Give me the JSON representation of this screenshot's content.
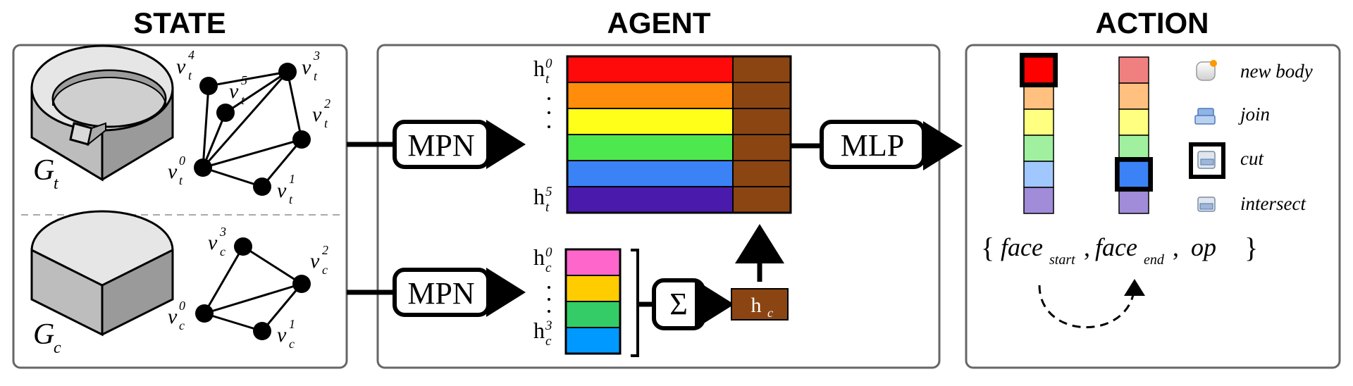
{
  "sections": {
    "state": "STATE",
    "agent": "AGENT",
    "action": "ACTION"
  },
  "state": {
    "target_label": "G",
    "target_sub": "t",
    "current_label": "G",
    "current_sub": "c",
    "target_nodes": [
      {
        "name": "v",
        "sup": "0",
        "sub": "t"
      },
      {
        "name": "v",
        "sup": "1",
        "sub": "t"
      },
      {
        "name": "v",
        "sup": "2",
        "sub": "t"
      },
      {
        "name": "v",
        "sup": "3",
        "sub": "t"
      },
      {
        "name": "v",
        "sup": "4",
        "sub": "t"
      },
      {
        "name": "v",
        "sup": "5",
        "sub": "t"
      }
    ],
    "current_nodes": [
      {
        "name": "v",
        "sup": "0",
        "sub": "c"
      },
      {
        "name": "v",
        "sup": "1",
        "sub": "c"
      },
      {
        "name": "v",
        "sup": "2",
        "sub": "c"
      },
      {
        "name": "v",
        "sup": "3",
        "sub": "c"
      }
    ]
  },
  "agent": {
    "mpn_top": "MPN",
    "mpn_bottom": "MPN",
    "mlp": "MLP",
    "sum_symbol": "Σ",
    "h_t_first": {
      "name": "h",
      "sup": "0",
      "sub": "t"
    },
    "h_t_last": {
      "name": "h",
      "sup": "5",
      "sub": "t"
    },
    "h_c_first": {
      "name": "h",
      "sup": "0",
      "sub": "c"
    },
    "h_c_last": {
      "name": "h",
      "sup": "3",
      "sub": "c"
    },
    "h_c_pooled": {
      "name": "h",
      "sub": "c"
    },
    "vdots": "·",
    "target_row_colors": [
      "#ff0a0a",
      "#ff8c0a",
      "#ffff1a",
      "#4de84d",
      "#3b82f6",
      "#4a1aad"
    ],
    "current_row_colors": [
      "#ff66cc",
      "#ffcc00",
      "#33cc66",
      "#0099ff"
    ],
    "pooled_color": "#8b4513"
  },
  "action": {
    "face_start_colors": [
      "#ff0000",
      "#ffc080",
      "#ffff80",
      "#a0f0a0",
      "#a0c8ff",
      "#a08cd8"
    ],
    "face_end_colors": [
      "#f08080",
      "#ffc080",
      "#ffff80",
      "#a0f0a0",
      "#3b82f6",
      "#a08cd8"
    ],
    "start_selected_index": 0,
    "end_selected_index": 4,
    "operations": [
      "new body",
      "join",
      "cut",
      "intersect"
    ],
    "op_selected_index": 2,
    "formula": {
      "open": "{",
      "face": "face",
      "start_sub": "start",
      "comma": ",",
      "end_sub": "end",
      "op": "op",
      "close": "}"
    }
  }
}
